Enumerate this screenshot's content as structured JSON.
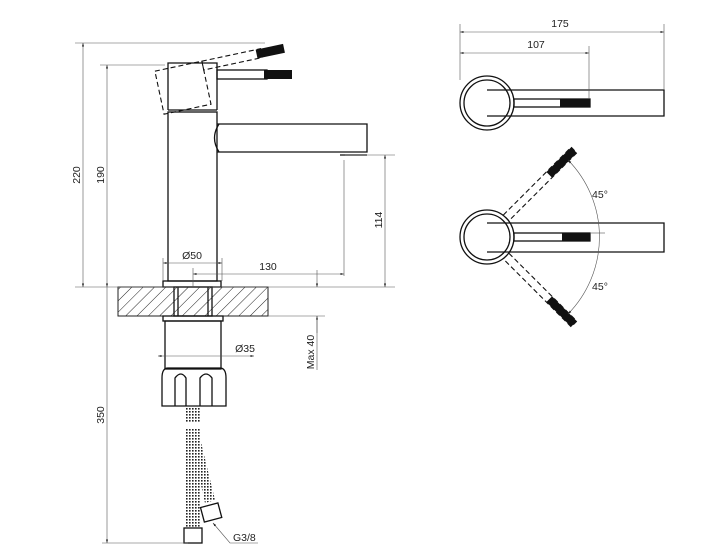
{
  "title": "Basin mixer technical drawing",
  "front_view": {
    "dim_total_height": "220",
    "dim_body_height": "190",
    "dim_spout_height": "114",
    "dim_body_diameter": "Ø50",
    "dim_spout_reach": "130",
    "dim_countertop_max": "Max 40",
    "dim_hose_length": "350",
    "dim_shank_diameter": "Ø35",
    "dim_hose_thread": "G3/8"
  },
  "top_view": {
    "dim_total_length": "175",
    "dim_handle_length": "107",
    "angle_up": "45°",
    "angle_down": "45°"
  }
}
